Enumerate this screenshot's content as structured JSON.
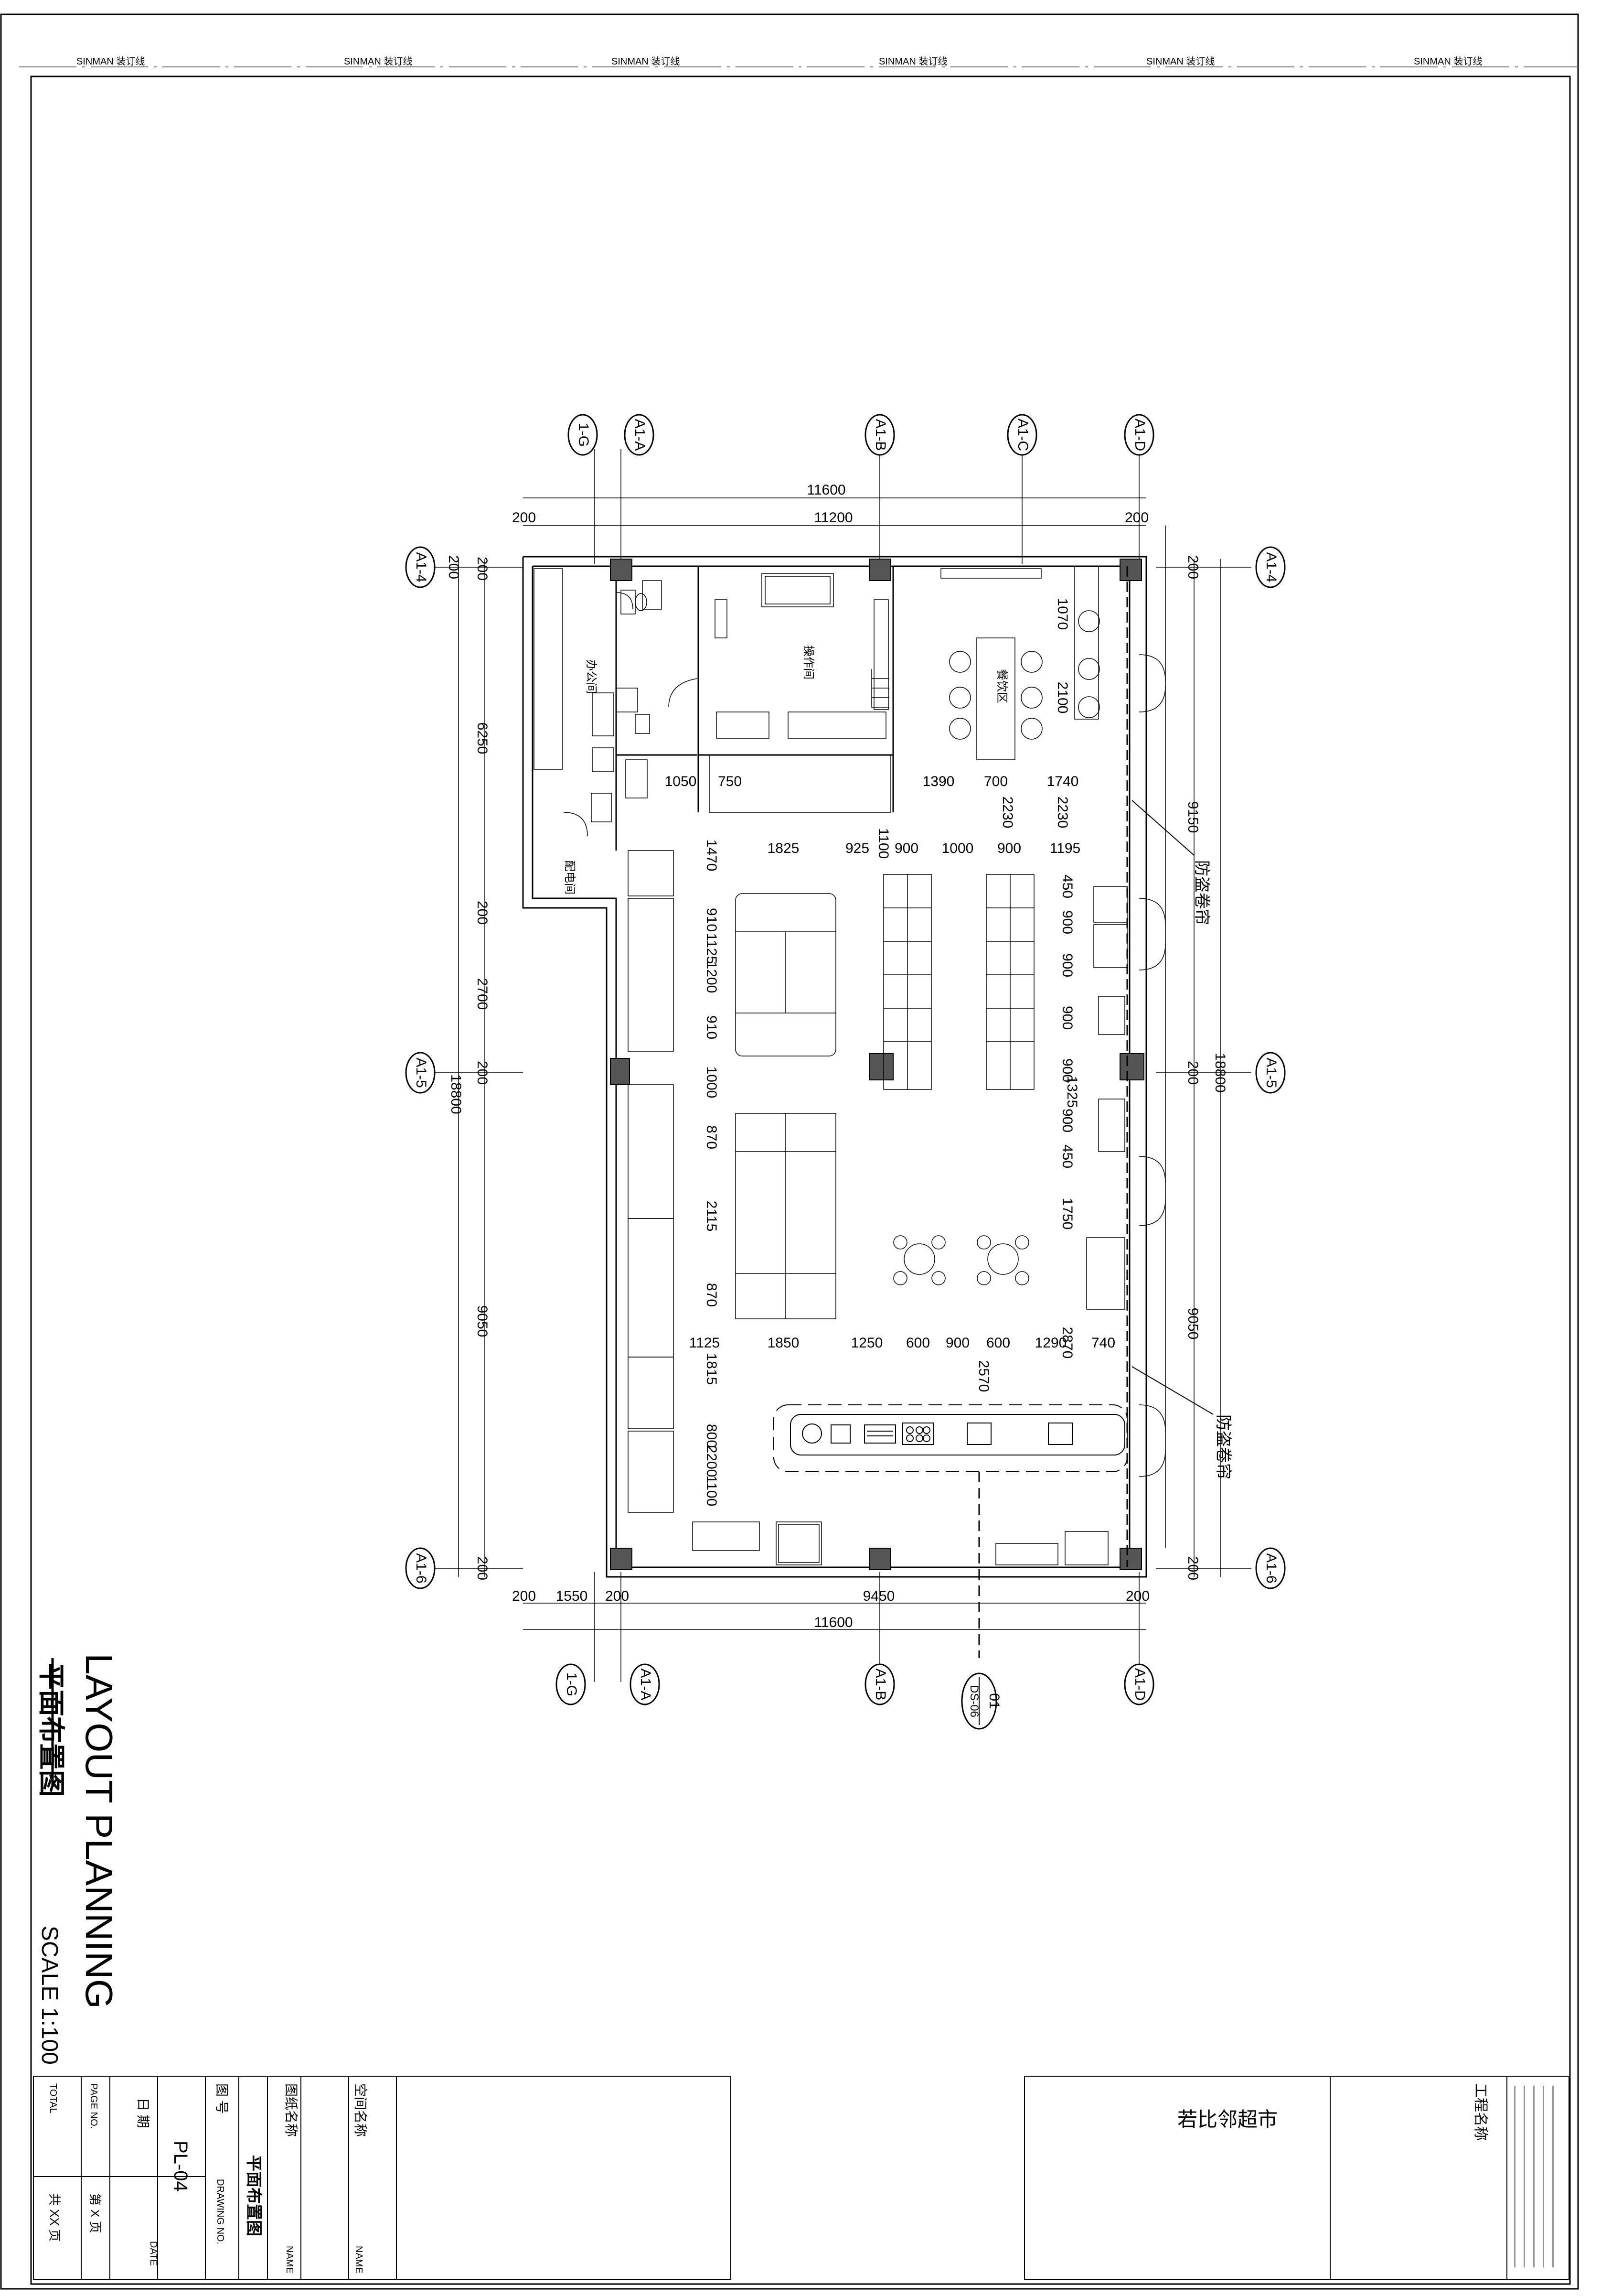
{
  "binding_strip": {
    "label": "SINMAN 装订线"
  },
  "axes": {
    "top": [
      "1-G",
      "A1-A",
      "A1-B",
      "A1-C",
      "A1-D"
    ],
    "bottom": [
      "1-G",
      "A1-A",
      "A1-B",
      "A1-D"
    ],
    "left": [
      "A1-4",
      "A1-5",
      "A1-6"
    ],
    "right": [
      "A1-4",
      "A1-5",
      "A1-6"
    ],
    "section_tag": {
      "number": "01",
      "sheet": "DS-06"
    }
  },
  "dimensions": {
    "top_overall": "11600",
    "top_inner": "11200",
    "top_left": "200",
    "top_right": "200",
    "bottom_overall": "11600",
    "bottom_main": "9450",
    "bottom_a": "200",
    "bottom_b": "1550",
    "bottom_c": "200",
    "bottom_d": "200",
    "left_overall": "18800",
    "left_top_end": "200",
    "left_seg1": "6250",
    "left_mid1": "200",
    "left_seg2": "2700",
    "left_mid2": "200",
    "left_seg3": "9050",
    "left_bottom_end": "200",
    "right_overall": "18800",
    "right_top_end": "200",
    "right_seg1": "9150",
    "right_mid": "200",
    "right_seg2": "9050",
    "right_bottom_end": "200",
    "row_a": [
      "1050",
      "750",
      "1390",
      "700",
      "1740"
    ],
    "row_b": [
      "1825",
      "925",
      "900",
      "1000",
      "900",
      "1195"
    ],
    "row_c": [
      "1125",
      "1850",
      "1250",
      "600",
      "900",
      "600",
      "1290",
      "740"
    ],
    "col_left": [
      "1470",
      "910",
      "1125",
      "1200",
      "910",
      "1000",
      "870",
      "2115",
      "870",
      "1815",
      "800",
      "2200",
      "1100"
    ],
    "col_right": [
      "1070",
      "2100",
      "2230",
      "2230",
      "1100",
      "450",
      "900",
      "900",
      "900",
      "900",
      "1325",
      "900",
      "450",
      "1750",
      "2870",
      "2570"
    ]
  },
  "rooms": {
    "office": "办公间",
    "operation": "操作间",
    "dining": "餐饮区",
    "electrical": "配电间"
  },
  "annotations": {
    "shutter_1": "防盗卷帘",
    "shutter_2": "防盗卷帘"
  },
  "drawing_title": {
    "english": "LAYOUT PLANNING",
    "chinese": "平面布置图",
    "scale": "SCALE 1:100"
  },
  "title_block": {
    "space_name_label": "空间名称",
    "name_en_1": "NAME",
    "drawing_name_label": "图纸名称",
    "drawing_name_value": "平面布置图",
    "name_en_2": "NAME",
    "drawing_no_label": "图  号",
    "drawing_no_en": "DRAWING NO.",
    "drawing_no_value": "PL-04",
    "date_label": "日  期",
    "date_en": "DATE",
    "page_no_en": "PAGE NO.",
    "page_no_value": "第  X  页",
    "total_en": "TOTAL",
    "total_value": "共  XX  页",
    "project_label": "工程名称",
    "project_value": "若比邻超市"
  }
}
